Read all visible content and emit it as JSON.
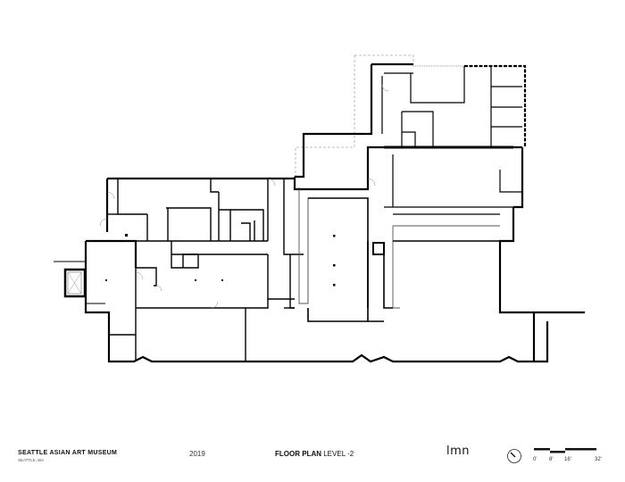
{
  "drawing": {
    "project_name": "SEATTLE ASIAN ART MUSEUM",
    "location": "SEATTLE, WA",
    "year": "2019",
    "sheet_title_bold": "FLOOR PLAN",
    "sheet_title_level": "LEVEL -2",
    "firm_logo": "lmn"
  },
  "north_arrow": {
    "icon": "north-arrow-icon"
  },
  "scale_bar": {
    "labels": [
      "0'",
      "8'",
      "16'",
      "32'"
    ]
  },
  "colors": {
    "wall": "#000000",
    "secondary_line": "#555555",
    "dashed_outline": "#aaaaaa",
    "background": "#ffffff"
  }
}
